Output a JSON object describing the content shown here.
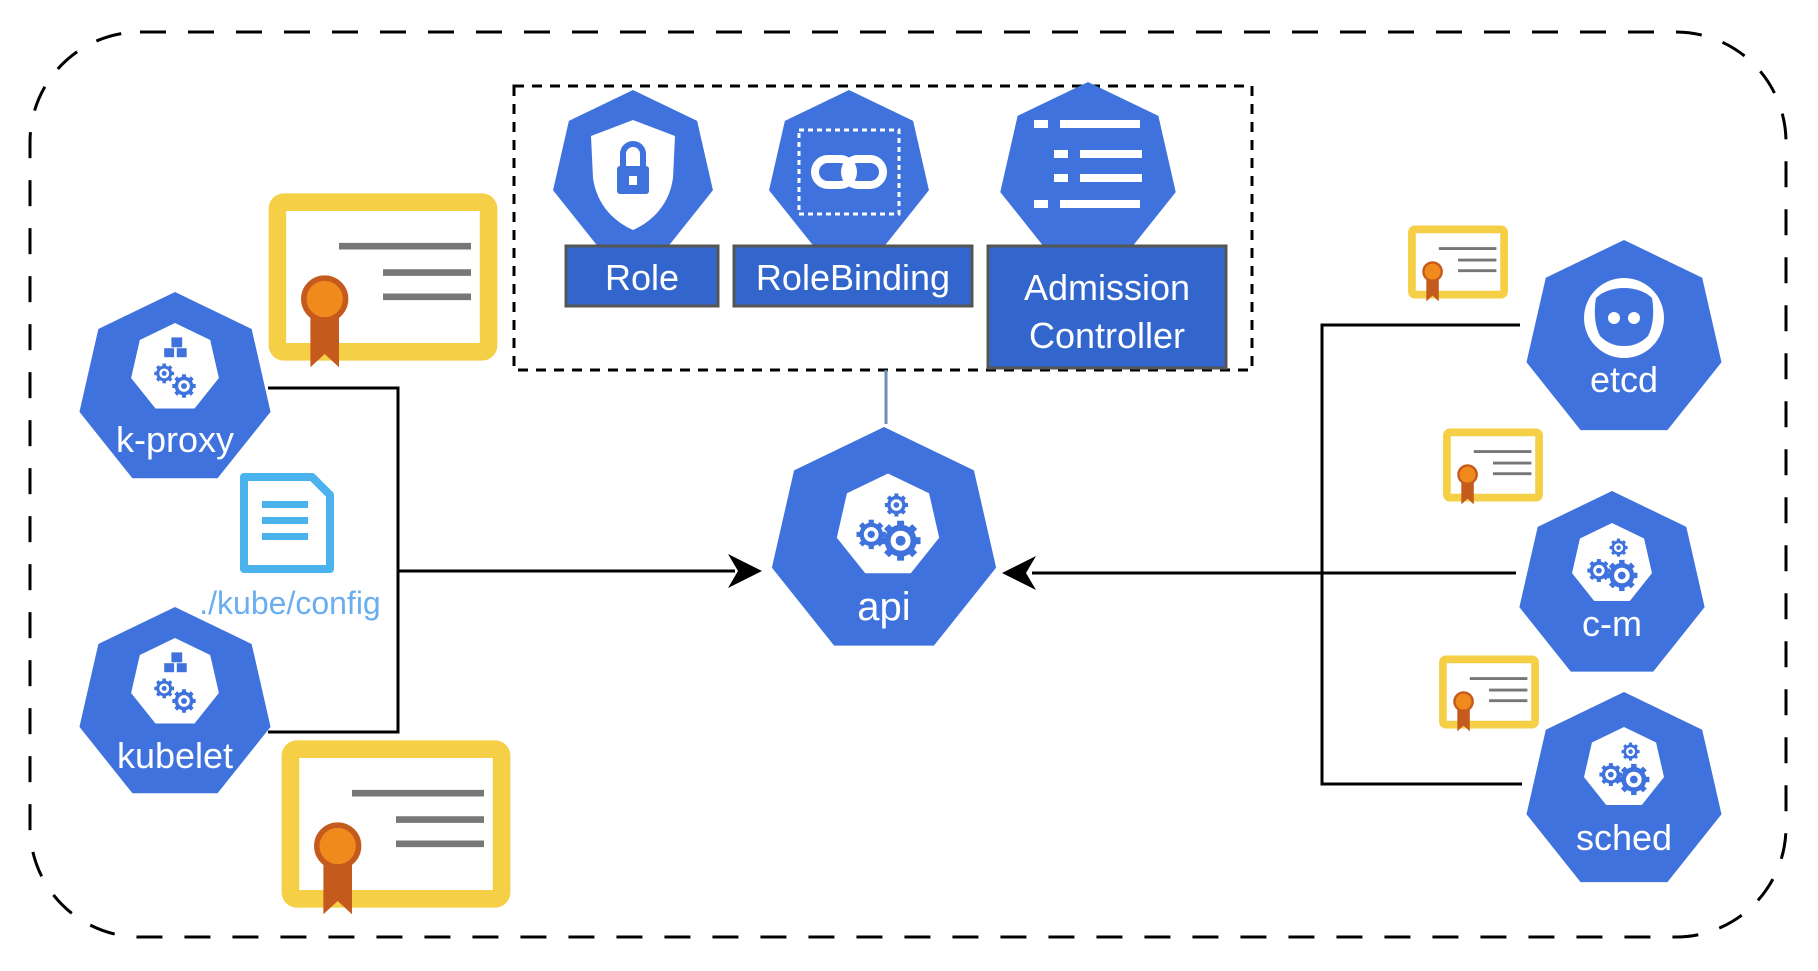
{
  "colors": {
    "k8s_blue": "#3f72dc",
    "label_blue": "#3366cc",
    "label_border": "#555555",
    "cert_yellow": "#f5cf45",
    "cert_line": "#777777",
    "ribbon_orange": "#f08a1c",
    "ribbon_dark": "#c45a1c",
    "config_blue": "#4ab3ee",
    "config_text": "#6aaef0",
    "line": "#000000",
    "connector": "#6b8fb8"
  },
  "rbac": {
    "role": {
      "label": "Role",
      "icon": "lock-shield-icon"
    },
    "rolebinding": {
      "label": "RoleBinding",
      "icon": "link-icon"
    },
    "admission": {
      "line1": "Admission",
      "line2": "Controller",
      "icon": "list-icon"
    }
  },
  "nodes": {
    "kproxy": {
      "label": "k-proxy",
      "icon": "cubes-gears-icon"
    },
    "kubelet": {
      "label": "kubelet",
      "icon": "cubes-gears-icon"
    },
    "api": {
      "label": "api",
      "icon": "gears-icon"
    },
    "etcd": {
      "label": "etcd",
      "icon": "etcd-icon"
    },
    "cm": {
      "label": "c-m",
      "icon": "gears-icon"
    },
    "sched": {
      "label": "sched",
      "icon": "gears-icon"
    }
  },
  "config_file": {
    "label": "./kube/config",
    "icon": "document-icon"
  }
}
